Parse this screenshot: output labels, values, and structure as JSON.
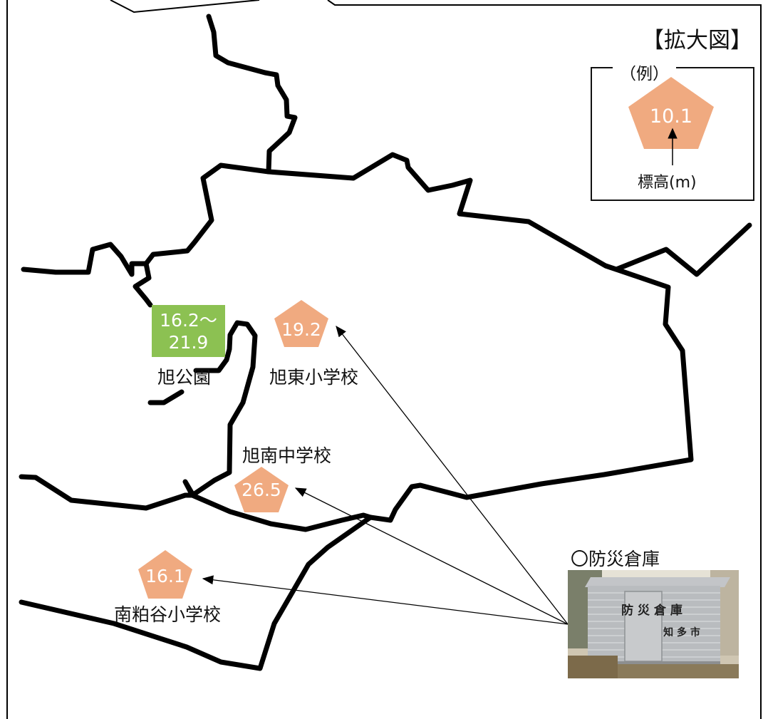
{
  "title": "【拡大図】",
  "legend": {
    "heading": "（例）",
    "sample_value": "10.1",
    "unit_label": "標高(m)"
  },
  "park": {
    "range_top": "16.2～",
    "range_bottom": "21.9",
    "name": "旭公園",
    "color": "#8cc152"
  },
  "schools": [
    {
      "name": "旭東小学校",
      "elevation": "19.2"
    },
    {
      "name": "旭南中学校",
      "elevation": "26.5"
    },
    {
      "name": "南粕谷小学校",
      "elevation": "16.1"
    }
  ],
  "warehouse": {
    "title": "〇防災倉庫",
    "sign_text": "防 災 倉 庫",
    "sign_sub": "知 多 市"
  },
  "colors": {
    "pentagon": "#f0aa80",
    "boundary": "#000000",
    "park_green": "#8cc152"
  }
}
